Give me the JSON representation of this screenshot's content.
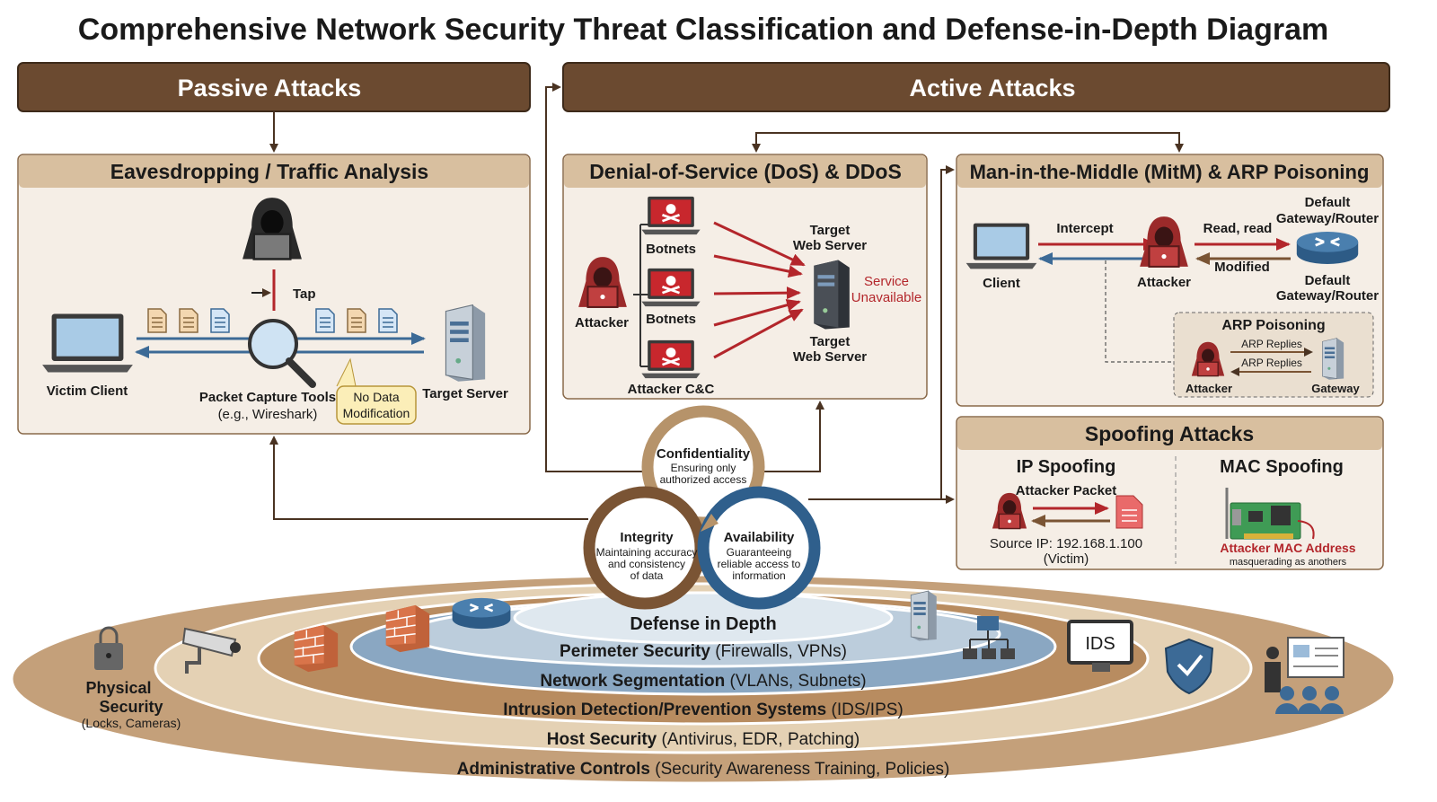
{
  "title": "Comprehensive Network Security Threat Classification and Defense-in-Depth Diagram",
  "colors": {
    "bar": "#6b4a30",
    "header": "#d8bf9f",
    "panel": "#f5eee6",
    "attack_red": "#b3262b",
    "blue": "#3c6a96",
    "brown": "#7a5434"
  },
  "passive": {
    "label": "Passive Attacks",
    "panel": {
      "title": "Eavesdropping / Traffic Analysis",
      "tap": "Tap",
      "victim": "Victim Client",
      "tool": "Packet Capture Tools",
      "tool_example": "(e.g., Wireshark)",
      "note_line1": "No Data",
      "note_line2": "Modification",
      "target": "Target Server"
    }
  },
  "active": {
    "label": "Active Attacks",
    "dos": {
      "title": "Denial-of-Service (DoS) & DDoS",
      "attacker": "Attacker",
      "botnet1": "Botnets",
      "botnet2": "Botnets",
      "cnc": "Attacker C&C",
      "target_top_1": "Target",
      "target_top_2": "Web Server",
      "target_bot_1": "Target",
      "target_bot_2": "Web Server",
      "status_1": "Service",
      "status_2": "Unavailable"
    },
    "mitm": {
      "title": "Man-in-the-Middle (MitM) & ARP Poisoning",
      "client": "Client",
      "intercept": "Intercept",
      "attacker": "Attacker",
      "read": "Read, read",
      "modified": "Modified",
      "gw_top_1": "Default",
      "gw_top_2": "Gateway/Router",
      "gw_bot_1": "Default",
      "gw_bot_2": "Gateway/Router",
      "arp": {
        "title": "ARP Poisoning",
        "reply1": "ARP Replies",
        "reply2": "ARP Replies",
        "attacker": "Attacker",
        "gateway": "Gateway"
      }
    },
    "spoofing": {
      "title": "Spoofing Attacks",
      "ip": {
        "title": "IP Spoofing",
        "packet": "Attacker Packet",
        "source": "Source IP: 192.168.1.100",
        "victim": "(Victim)"
      },
      "mac": {
        "title": "MAC Spoofing",
        "address": "Attacker MAC Address",
        "note": "masquerading as anothers"
      }
    }
  },
  "cia": {
    "confidentiality": {
      "title": "Confidentiality",
      "line1": "Ensuring only",
      "line2": "authorized access"
    },
    "integrity": {
      "title": "Integrity",
      "line1": "Maintaining accuracy",
      "line2": "and consistency",
      "line3": "of data"
    },
    "availability": {
      "title": "Availability",
      "line1": "Guaranteeing",
      "line2": "reliable access to",
      "line3": "information"
    }
  },
  "defense": {
    "title": "Defense in Depth",
    "layers": [
      {
        "name": "Perimeter Security",
        "detail": "(Firewalls, VPNs)"
      },
      {
        "name": "Network Segmentation",
        "detail": "(VLANs, Subnets)"
      },
      {
        "name": "Intrusion Detection/Prevention Systems",
        "detail": "(IDS/IPS)"
      },
      {
        "name": "Host Security",
        "detail": "(Antivirus, EDR, Patching)"
      },
      {
        "name": "Administrative Controls",
        "detail": "(Security Awareness Training, Policies)"
      }
    ],
    "physical": {
      "line1": "Physical",
      "line2": "Security",
      "detail": "(Locks, Cameras)"
    },
    "ids_label": "IDS"
  }
}
